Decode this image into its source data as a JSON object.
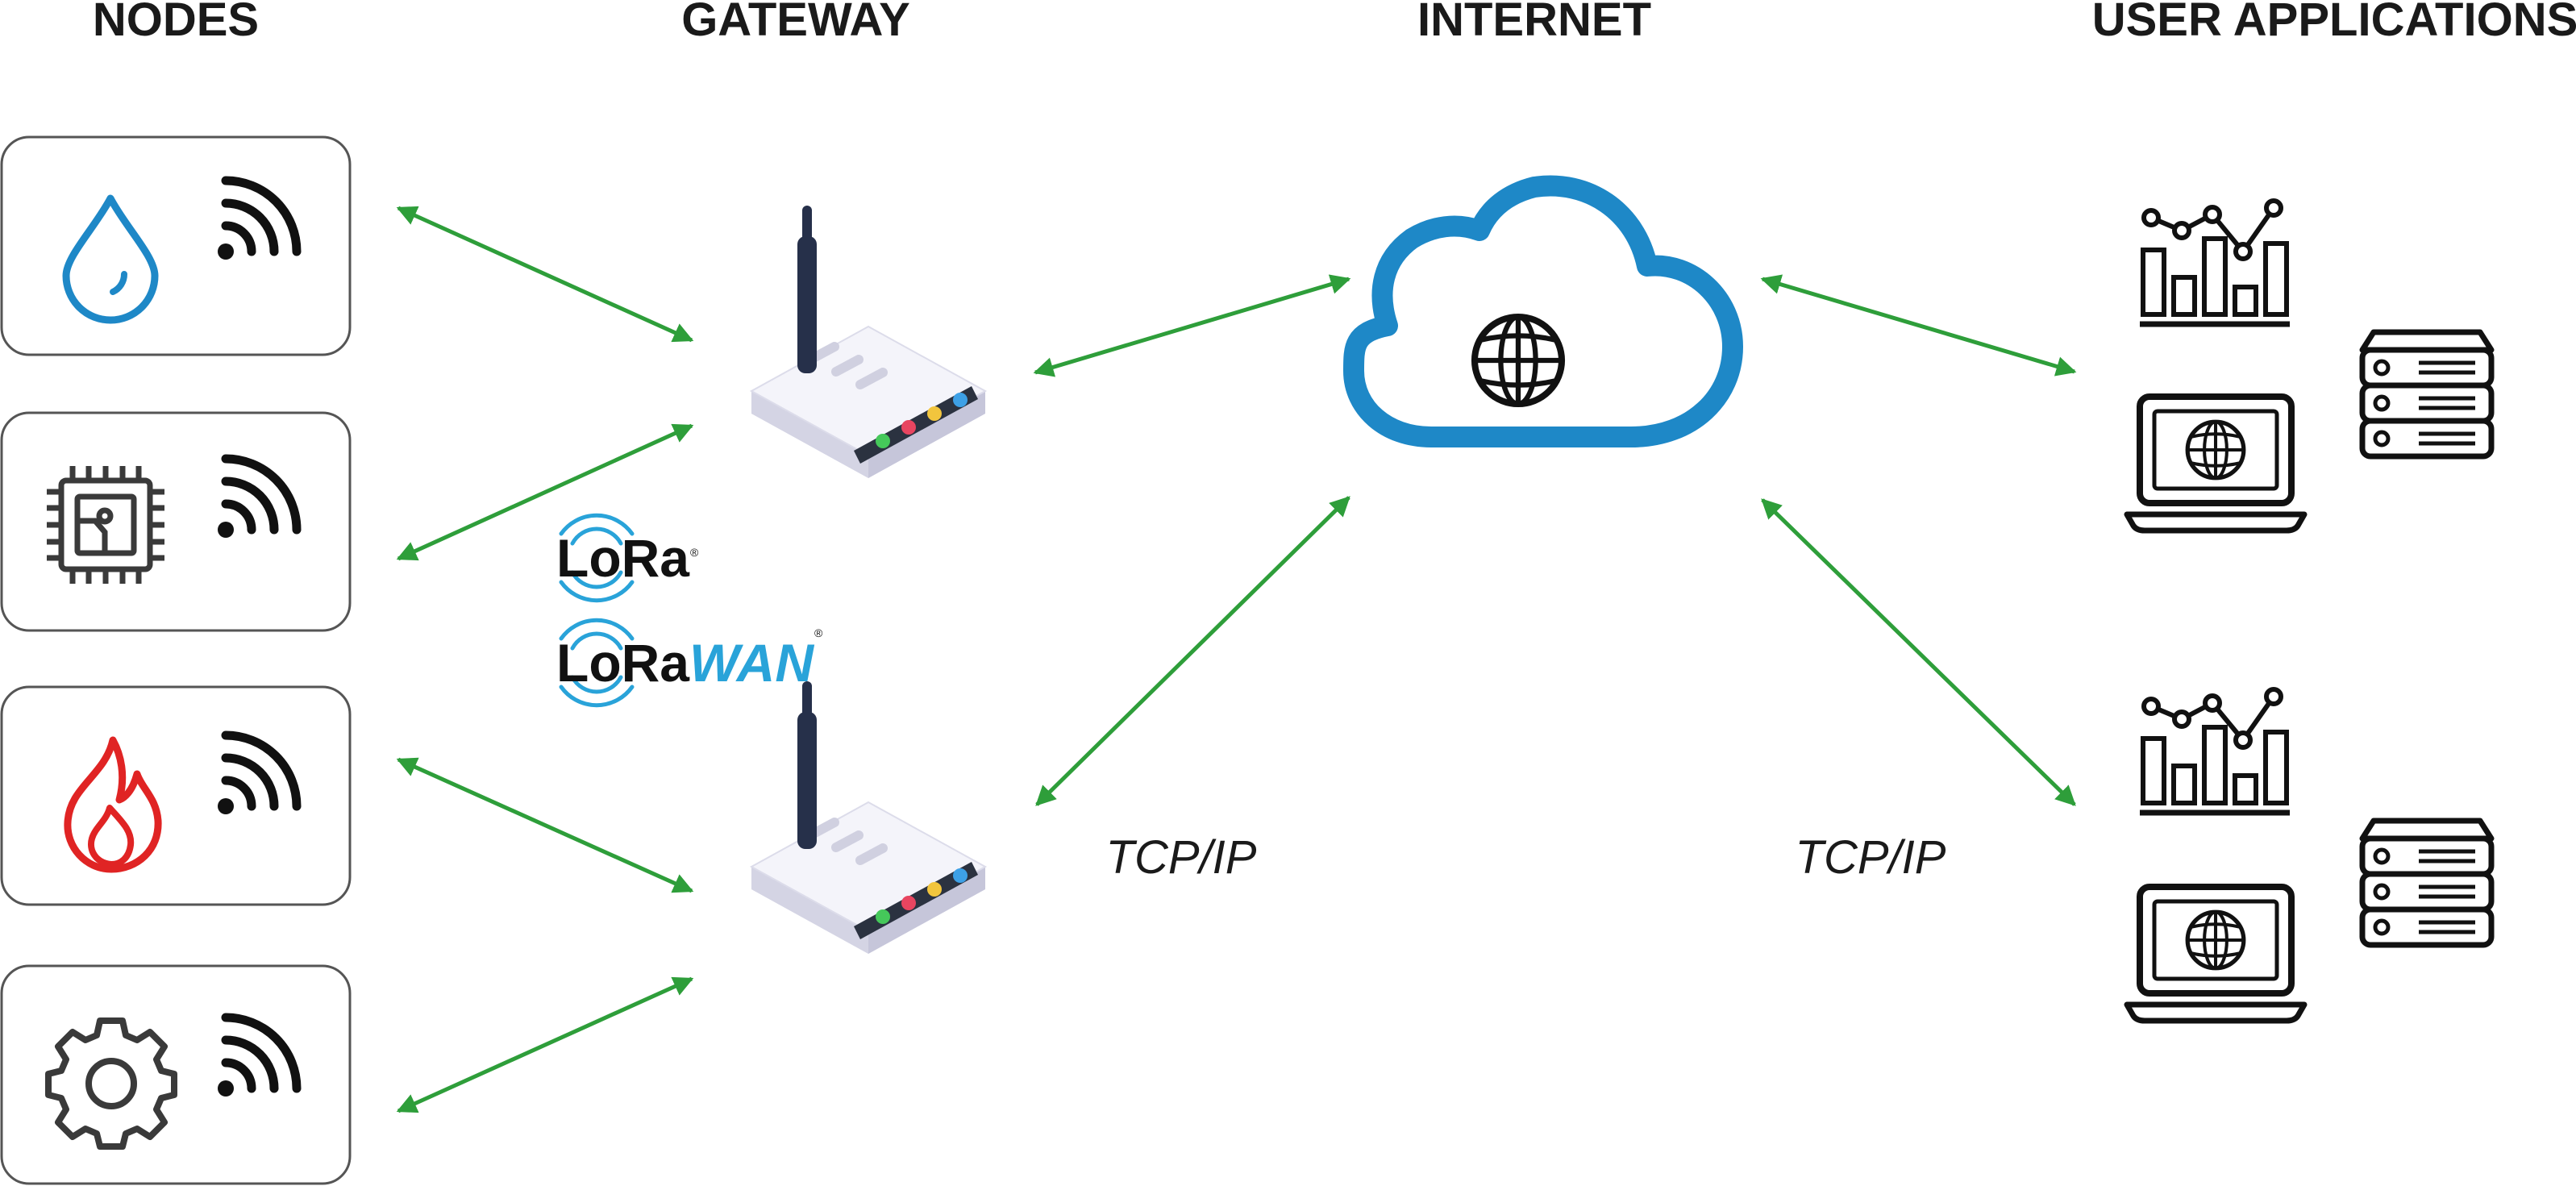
{
  "headers": {
    "nodes": "NODES",
    "gateway": "GATEWAY",
    "internet": "INTERNET",
    "user_applications": "USER APPLICATIONS"
  },
  "nodes": [
    {
      "icon": "water-drop-icon",
      "color": "#1e88c7"
    },
    {
      "icon": "chip-icon",
      "color": "#3a3a3a"
    },
    {
      "icon": "flame-icon",
      "color": "#e02424"
    },
    {
      "icon": "gear-icon",
      "color": "#3a3a3a"
    }
  ],
  "gateways": [
    {
      "icon": "router-icon"
    },
    {
      "icon": "router-icon"
    }
  ],
  "internet": {
    "icon": "cloud-globe-icon",
    "color": "#1e88c7"
  },
  "logos": {
    "lora": {
      "text": "LoRa",
      "mark": "®"
    },
    "lorawan": {
      "text": "LoRa",
      "suffix": "WAN",
      "mark": "®",
      "suffix_color": "#29a3d9"
    }
  },
  "protocols": {
    "gateway_internet": "TCP/IP",
    "internet_apps": "TCP/IP"
  },
  "user_applications": [
    {
      "icons": [
        "chart-icon",
        "laptop-globe-icon",
        "server-icon"
      ]
    },
    {
      "icons": [
        "chart-icon",
        "laptop-globe-icon",
        "server-icon"
      ]
    }
  ],
  "colors": {
    "arrow": "#2e9e3a",
    "outline": "#111111",
    "box_border": "#555555"
  }
}
